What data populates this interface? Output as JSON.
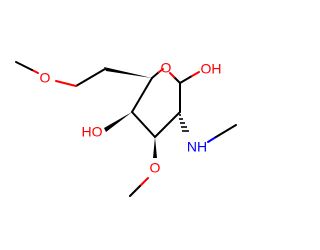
{
  "colors": {
    "bond": "#000000",
    "oxygen": "#ff0000",
    "nitrogen": "#0000ff"
  },
  "atoms": {
    "ring_oxygen": "O",
    "anomeric_hydroxyl": "OH",
    "amine": "NH",
    "methoxy_oxygen_c3": "O",
    "hydroxyl_c4": "HO",
    "methoxy_oxygen_c6": "O"
  }
}
